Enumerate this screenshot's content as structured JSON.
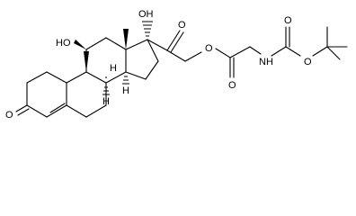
{
  "molecule": {
    "atom_labels": {
      "oh_11": "HO",
      "oh_17": "OH",
      "ketone_3": "O",
      "ketone_20": "O",
      "ester_o": "O",
      "ester_carbonyl_o": "O",
      "nh": "NH",
      "carbamate_carbonyl_o": "O",
      "carbamate_o": "O",
      "h_8": "H",
      "h_9": "H",
      "h_14": "H"
    }
  }
}
